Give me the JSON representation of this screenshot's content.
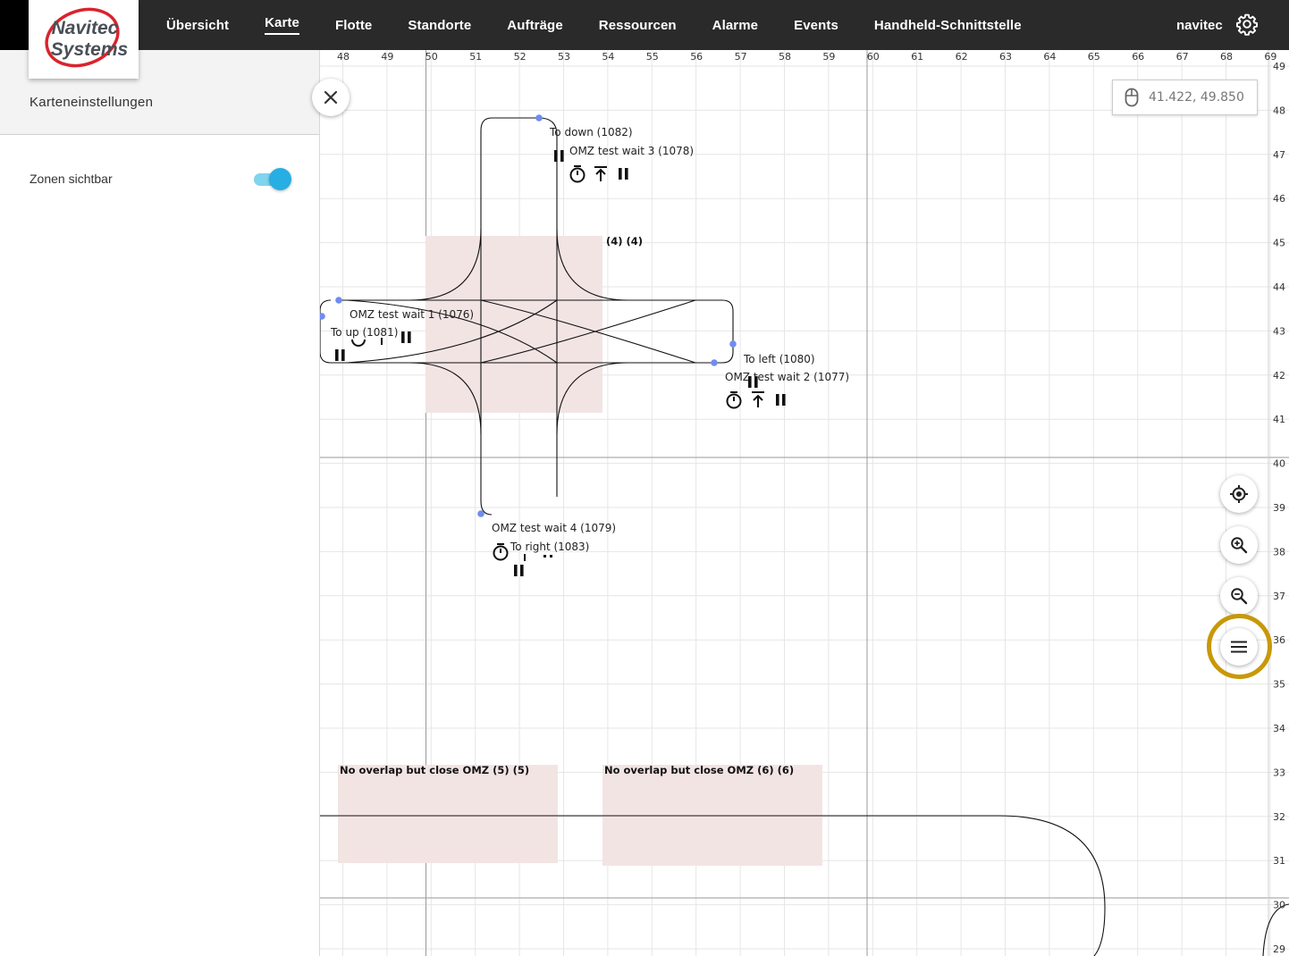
{
  "logo": {
    "line1": "Navitec",
    "line2": "Systems"
  },
  "nav": {
    "items": [
      {
        "label": "Übersicht",
        "active": false
      },
      {
        "label": "Karte",
        "active": true
      },
      {
        "label": "Flotte",
        "active": false
      },
      {
        "label": "Standorte",
        "active": false
      },
      {
        "label": "Aufträge",
        "active": false
      },
      {
        "label": "Ressourcen",
        "active": false
      },
      {
        "label": "Alarme",
        "active": false
      },
      {
        "label": "Events",
        "active": false
      },
      {
        "label": "Handheld-Schnittstelle",
        "active": false
      }
    ],
    "user": "navitec"
  },
  "panel": {
    "title": "Karteneinstellungen",
    "setting_zones_label": "Zonen sichtbar",
    "zones_visible": true
  },
  "map": {
    "cursor_coords": "41.422, 49.850",
    "x_ticks": [
      "48",
      "49",
      "50",
      "51",
      "52",
      "53",
      "54",
      "55",
      "56",
      "57",
      "58",
      "59",
      "60",
      "61",
      "62",
      "63",
      "64",
      "65",
      "66",
      "67",
      "68",
      "69"
    ],
    "y_ticks": [
      "49",
      "48",
      "47",
      "46",
      "45",
      "44",
      "43",
      "42",
      "41",
      "40",
      "39",
      "38",
      "37",
      "36",
      "35",
      "34",
      "33",
      "32",
      "31",
      "30",
      "29"
    ],
    "zones": [
      {
        "label": "(4) (4)"
      },
      {
        "label": "No overlap but close OMZ (5) (5)"
      },
      {
        "label": "No overlap but close OMZ (6) (6)"
      }
    ],
    "path_labels": {
      "to_down": "To down (1082)",
      "wait3": "OMZ test wait 3 (1078)",
      "wait1": "OMZ test wait 1 (1076)",
      "to_up": "To up (1081)",
      "to_left": "To left (1080)",
      "wait2": "OMZ test wait 2 (1077)",
      "wait4": "OMZ test wait 4 (1079)",
      "to_right": "To right (1083)"
    },
    "colors": {
      "zone": "#f3e4e4",
      "node": "#6f8cf0",
      "highlight": "#c89808",
      "toggle": "#27aee3"
    }
  },
  "controls": {
    "close": "close-icon",
    "locate": "crosshair-icon",
    "zoom_in": "zoom-in-icon",
    "zoom_out": "zoom-out-icon",
    "menu": "menu-icon"
  }
}
